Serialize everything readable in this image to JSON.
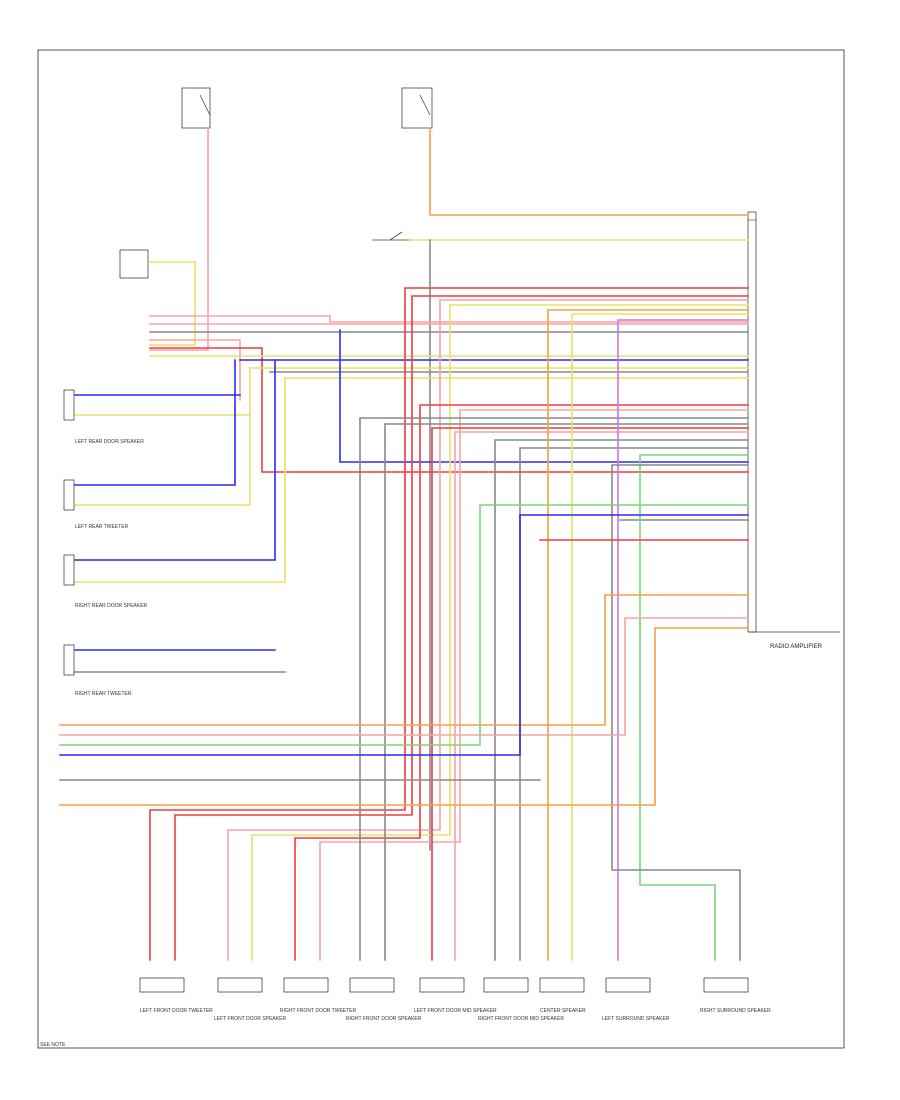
{
  "labels": {
    "amp_title": "RADIO AMPLIFIER",
    "left_rear_door_spk": "LEFT REAR DOOR SPEAKER",
    "left_rear_tweeter": "LEFT REAR TWEETER",
    "right_rear_door_spk": "RIGHT REAR DOOR SPEAKER",
    "right_rear_tweeter": "RIGHT REAR TWEETER",
    "bottom_speakers": [
      "LEFT FRONT DOOR TWEETER",
      "LEFT FRONT DOOR SPEAKER",
      "RIGHT FRONT DOOR TWEETER",
      "RIGHT FRONT DOOR SPEAKER",
      "LEFT FRONT DOOR MID SPEAKER",
      "RIGHT FRONT DOOR MID SPEAKER",
      "CENTER SPEAKER",
      "LEFT SURROUND SPEAKER",
      "RIGHT SURROUND SPEAKER"
    ],
    "footer": "SEE NOTE"
  },
  "colors": {
    "red": "#f03c3c",
    "pink": "#f5a3a3",
    "blue": "#2b2bf0",
    "green": "#7ad67a",
    "yellow": "#e8e06a",
    "orange": "#f5a040",
    "gray": "#888888",
    "violet": "#cc77dd"
  }
}
